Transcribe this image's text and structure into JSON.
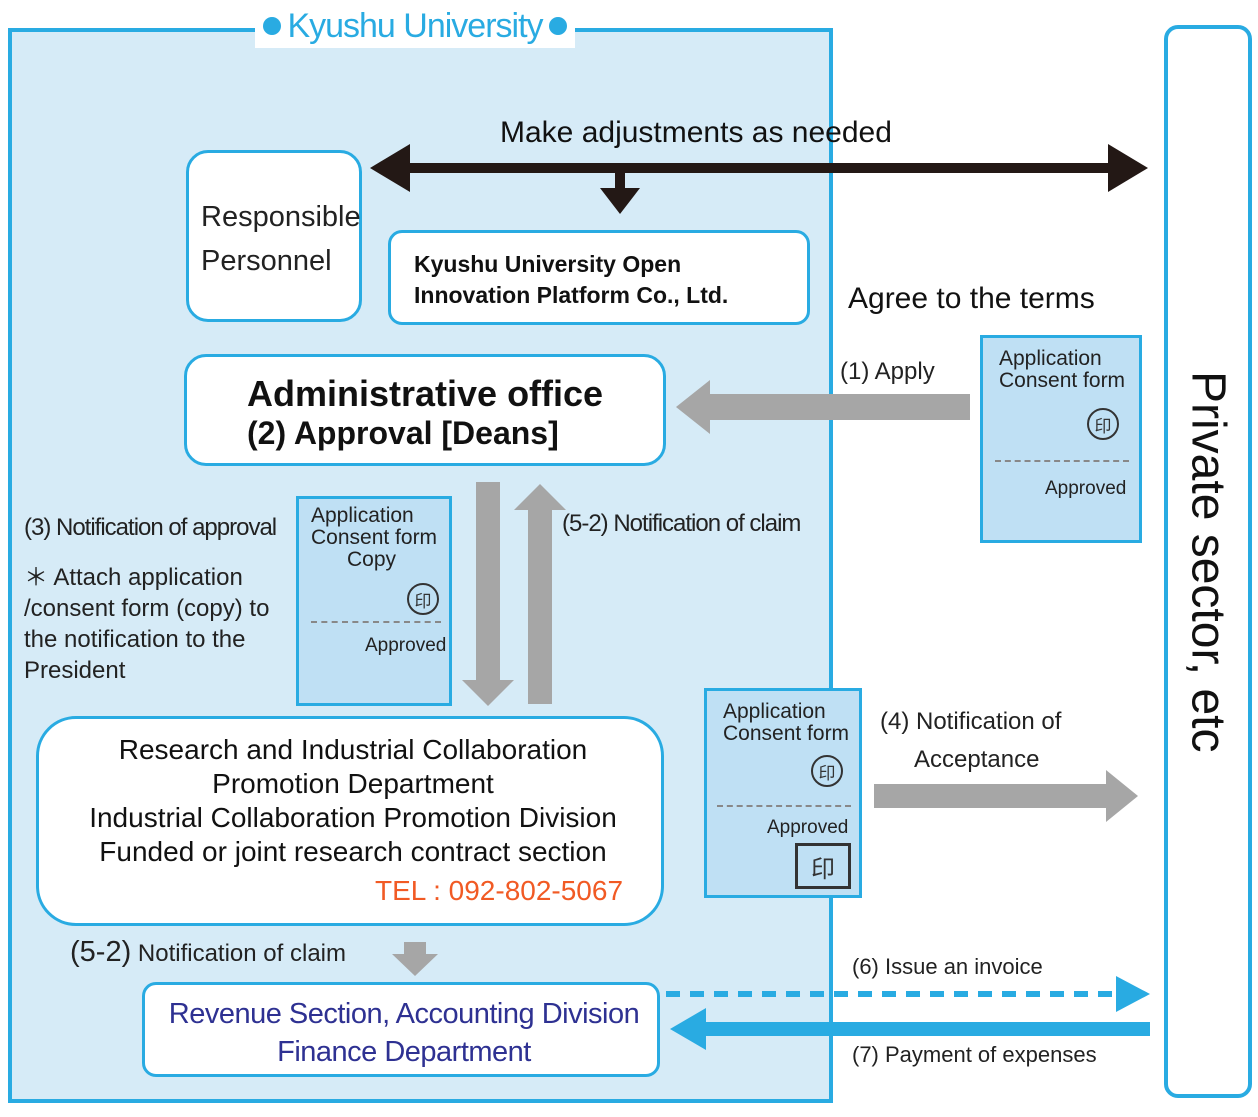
{
  "panels": {
    "university_title": "Kyushu University",
    "private_sector": "Private sector, etc"
  },
  "boxes": {
    "responsible_line1": "Responsible",
    "responsible_line2": "Personnel",
    "platform_line1": "Kyushu University Open",
    "platform_line2": "Innovation Platform Co., Ltd.",
    "admin_title": "Administrative office",
    "admin_sub": "(2) Approval [Deans]",
    "research_line1": "Research and Industrial Collaboration",
    "research_line2": "Promotion Department",
    "research_line3": "Industrial Collaboration Promotion Division",
    "research_line4": "Funded or joint research contract section",
    "research_tel": "TEL : 092-802-5067",
    "revenue_line1": "Revenue Section, Accounting Division",
    "revenue_line2": "Finance Department"
  },
  "labels": {
    "adjust": "Make adjustments as needed",
    "agree": "Agree to the terms",
    "apply": "(1) Apply",
    "notify_approval": "(3) Notification of approval",
    "attach_1": "＊ Attach application",
    "attach_2": "/consent form (copy) to",
    "attach_3": "the notification to the",
    "attach_4": "President",
    "claim_right": "(5-2) Notification of claim",
    "claim_bottom": "Notification of claim",
    "claim_bottom_num": "(5-2)",
    "acceptance_1": "(4) Notification of",
    "acceptance_2": "Acceptance",
    "invoice": "(6) Issue an invoice",
    "payment": "(7) Payment of expenses"
  },
  "forms": {
    "form1": {
      "line1": "Application",
      "line2": "Consent form",
      "seal": "印",
      "status": "Approved"
    },
    "form2": {
      "line1": "Application",
      "line2": "Consent form",
      "line3": "Copy",
      "seal": "印",
      "status": "Approved"
    },
    "form3": {
      "line1": "Application",
      "line2": "Consent form",
      "seal": "印",
      "status": "Approved",
      "stamp": "印"
    }
  },
  "colors": {
    "frame_blue": "#29abe2",
    "panel_fill": "#d6ebf7",
    "arrow_gray": "#a6a6a6",
    "arrow_black": "#231815",
    "tel_orange": "#f15a24",
    "revenue_text": "#2e3192"
  }
}
